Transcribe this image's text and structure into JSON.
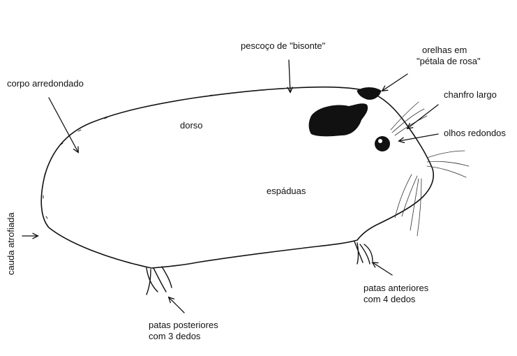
{
  "labels": {
    "neck": "pescoço de \"bisonte\"",
    "ears_line1": "orelhas em",
    "ears_line2": "\"pétala de rosa\"",
    "body": "corpo arredondado",
    "nose": "chanfro largo",
    "eyes": "olhos redondos",
    "back": "dorso",
    "shoulders": "espáduas",
    "tail": "cauda atrofiada",
    "front_paws_line1": "patas anteriores",
    "front_paws_line2": "com 4 dedos",
    "hind_paws_line1": "patas posteriores",
    "hind_paws_line2": "com 3 dedos"
  },
  "colors": {
    "ink": "#111111",
    "background": "#ffffff"
  }
}
